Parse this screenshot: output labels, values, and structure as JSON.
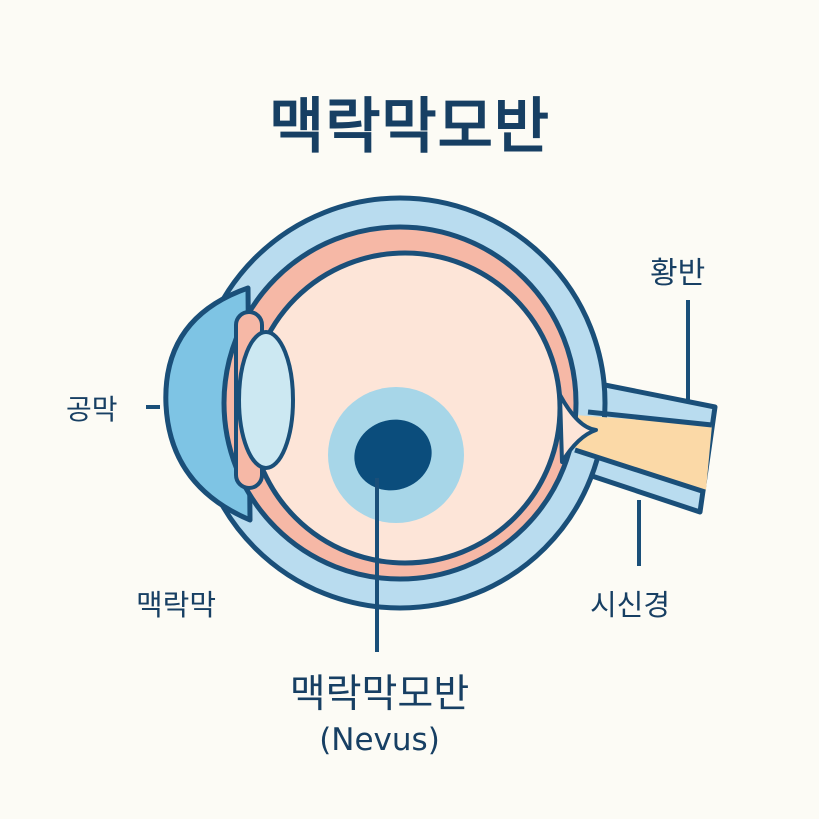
{
  "title": "맥락막모반",
  "labels": {
    "macula": "황반",
    "cornea": "공막",
    "choroid": "맥락막",
    "optic_nerve": "시신경",
    "nevus": "맥락막모반",
    "nevus_en": "(Nevus)"
  },
  "colors": {
    "background": "#fcfbf5",
    "outline": "#1a4f79",
    "text": "#173f63",
    "sclera": "#b9dcef",
    "choroid": "#f6b8a6",
    "vitreous": "#fde5d8",
    "cornea": "#7ec4e4",
    "lens": "#cce8f2",
    "optic_nerve": "#fbd9a7",
    "nevus_halo": "#a7d6e8",
    "nevus": "#0b4d7c"
  }
}
